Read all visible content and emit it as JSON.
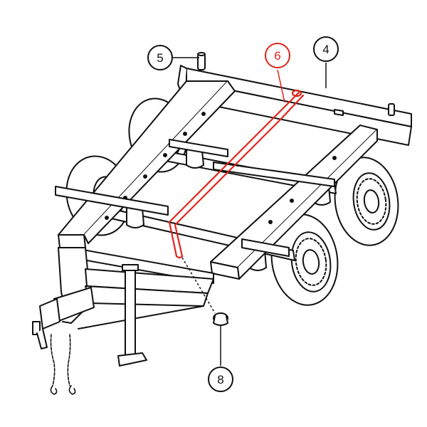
{
  "diagram": {
    "colors": {
      "line": "#111111",
      "highlight": "#e0241b",
      "background": "#ffffff"
    },
    "callouts": [
      {
        "id": "callout-4",
        "label": "4",
        "part": "frame-crossmember"
      },
      {
        "id": "callout-5",
        "label": "5",
        "part": "frame-post"
      },
      {
        "id": "callout-6",
        "label": "6",
        "part": "brake-line",
        "highlighted": true
      },
      {
        "id": "callout-8",
        "label": "8",
        "part": "line-fitting"
      }
    ]
  }
}
